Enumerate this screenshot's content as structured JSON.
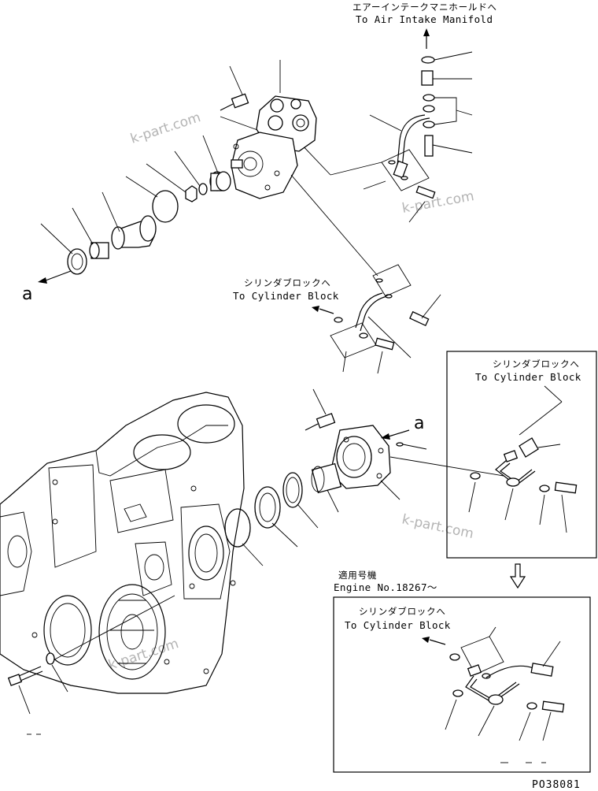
{
  "labels": {
    "air_intake_jp": "エアーインテークマニホールドへ",
    "air_intake_en": "To Air Intake Manifold",
    "cyl_block_1_jp": "シリンダブロックへ",
    "cyl_block_1_en": "To Cylinder Block",
    "cyl_block_2_jp": "シリンダブロックへ",
    "cyl_block_2_en": "To Cylinder Block",
    "cyl_block_3_jp": "シリンダブロックへ",
    "cyl_block_3_en": "To Cylinder Block",
    "engine_jp": "適用号機",
    "engine_en": "Engine No.18267～",
    "ref_a1": "a",
    "ref_a2": "a",
    "drawing_code": "PO38081"
  },
  "watermarks": {
    "wm1": "k-part.com",
    "wm2": "k-part.com",
    "wm3": "k-part.com",
    "wm4": "k-part.com"
  },
  "icons": {
    "down_arrow": "hollow-down-arrow-icon"
  }
}
